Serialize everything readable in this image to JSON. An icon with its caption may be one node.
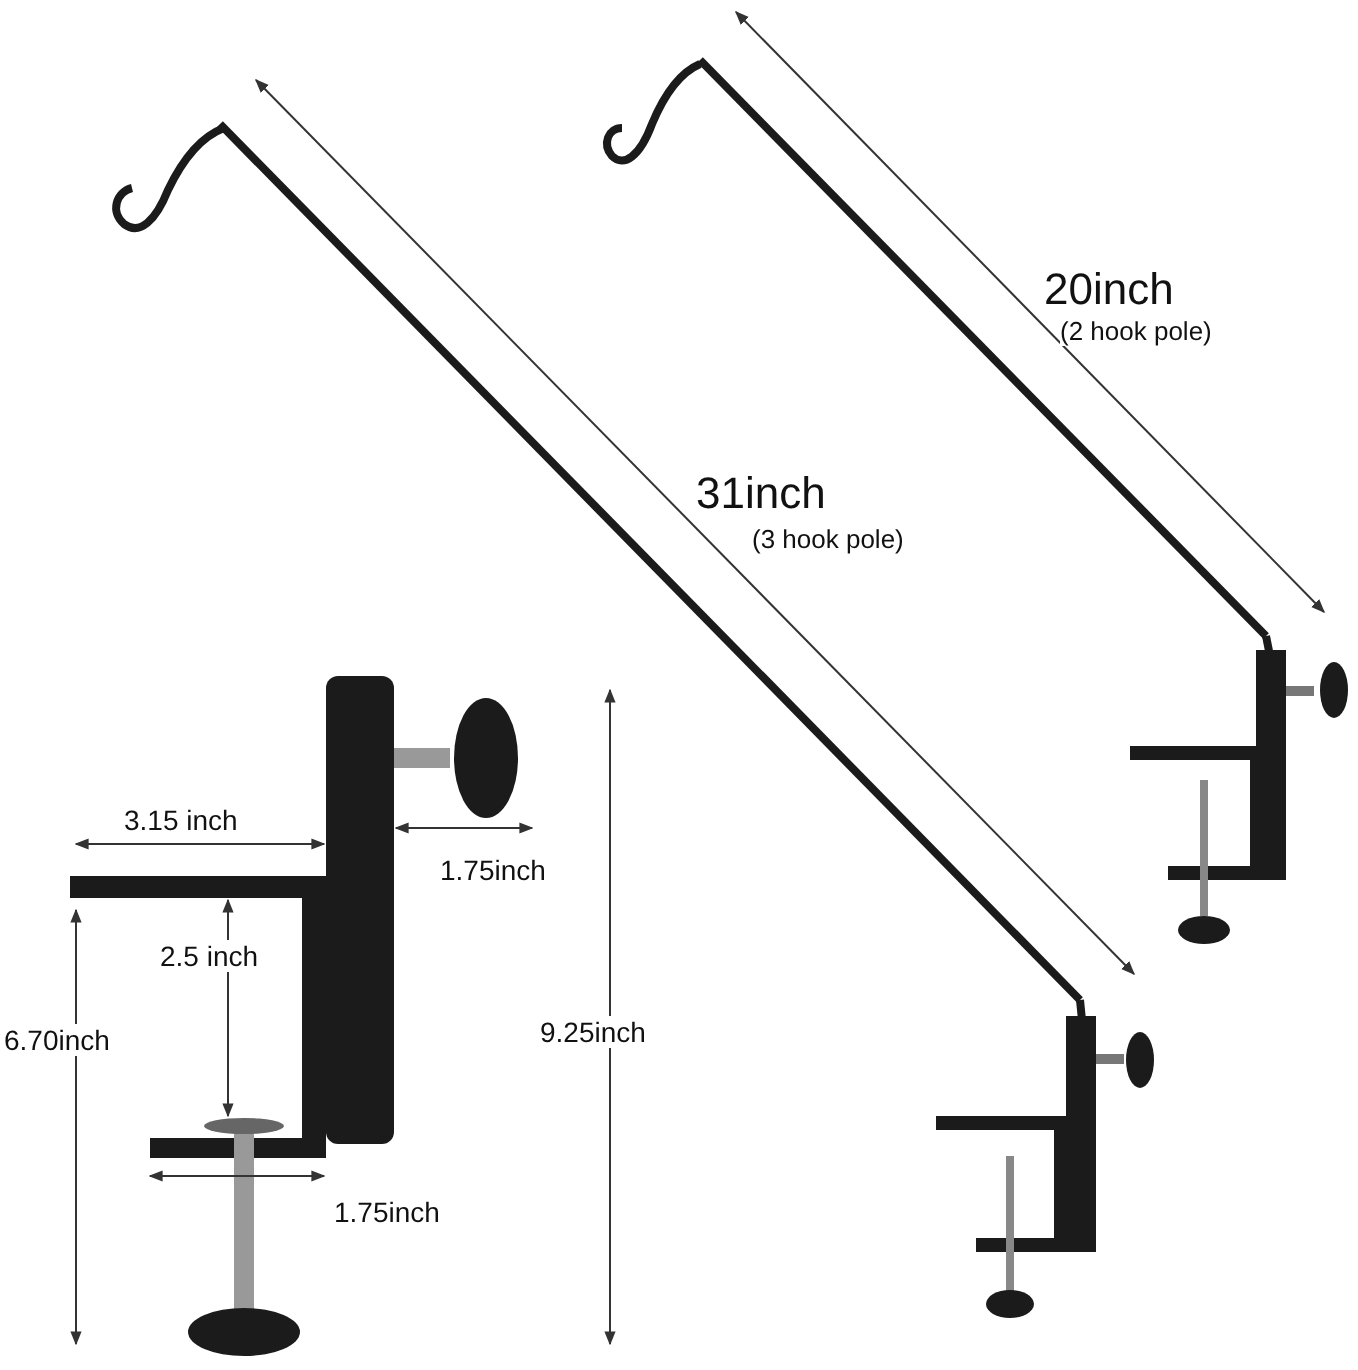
{
  "diagram": {
    "labels": [
      "20inch",
      "(2 hook pole)",
      "31inch",
      "(3 hook pole)",
      "3.15 inch",
      "1.75inch",
      "2.5 inch",
      "6.70inch",
      "9.25inch",
      "1.75inch"
    ]
  }
}
